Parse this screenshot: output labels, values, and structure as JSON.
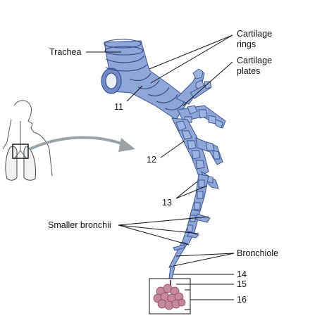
{
  "labels": {
    "trachea": "Trachea",
    "cartilage_rings_1": "Cartilage",
    "cartilage_rings_2": "rings",
    "cartilage_plates_1": "Cartilage",
    "cartilage_plates_2": "plates",
    "num_11": "11",
    "num_12": "12",
    "num_13": "13",
    "smaller_bronchii": "Smaller bronchii",
    "bronchiole": "Bronchiole",
    "num_14": "14",
    "num_15": "15",
    "num_16": "16"
  },
  "colors": {
    "airway": "#8ea6d8",
    "airway_outline": "#2f4686",
    "alveoli": "#c7889e",
    "arrow": "#9aa3a8"
  }
}
